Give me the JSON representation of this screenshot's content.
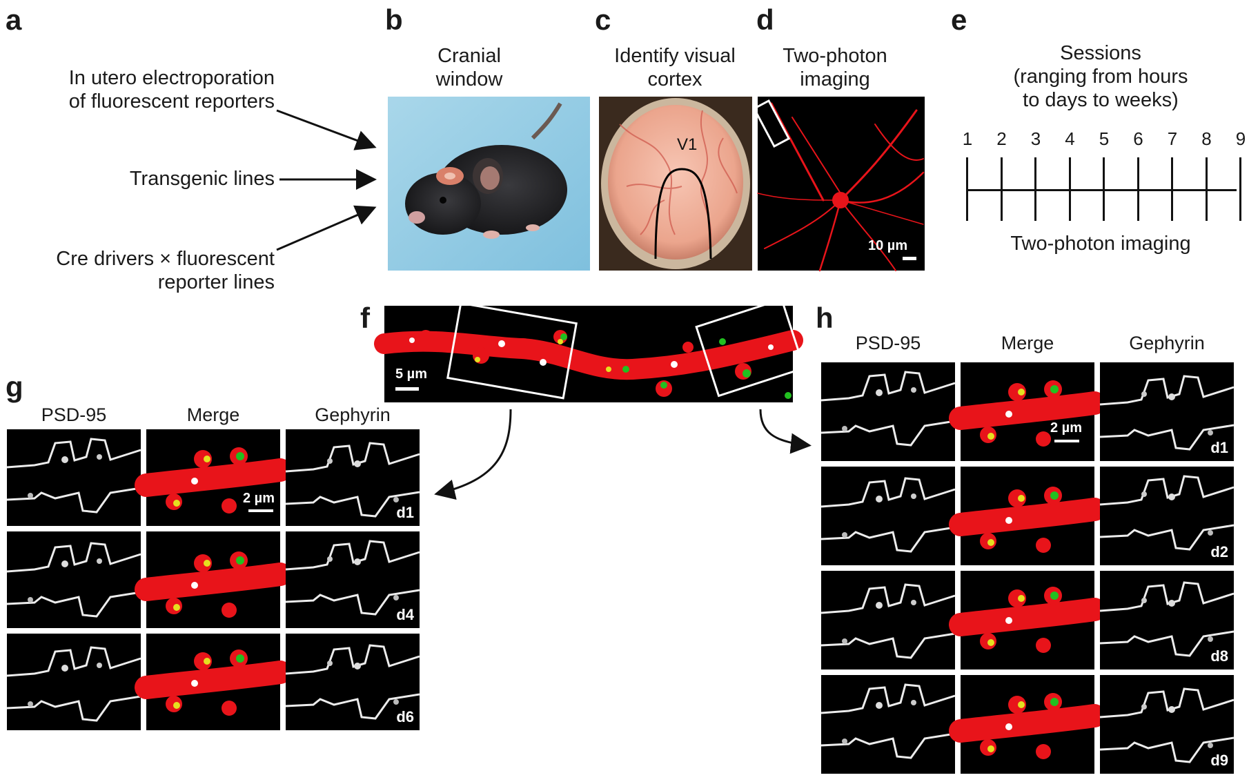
{
  "panels": {
    "a": {
      "label": "a",
      "items": [
        {
          "text_lines": [
            "In utero electroporation",
            "of fluorescent reporters"
          ]
        },
        {
          "text_lines": [
            "Transgenic lines"
          ]
        },
        {
          "text_lines": [
            "Cre drivers × fluorescent",
            "reporter lines"
          ]
        }
      ]
    },
    "b": {
      "label": "b",
      "caption_lines": [
        "Cranial",
        "window"
      ]
    },
    "c": {
      "label": "c",
      "caption_lines": [
        "Identify visual",
        "cortex"
      ],
      "region_label": "V1"
    },
    "d": {
      "label": "d",
      "caption_lines": [
        "Two-photon",
        "imaging"
      ],
      "scale_bar": "10 µm"
    },
    "e": {
      "label": "e",
      "title_lines": [
        "Sessions",
        "(ranging from hours",
        "to days to weeks)"
      ],
      "session_numbers": [
        "1",
        "2",
        "3",
        "4",
        "5",
        "6",
        "7",
        "8",
        "9"
      ],
      "axis_label": "Two-photon imaging"
    },
    "f": {
      "label": "f",
      "scale_bar": "5 µm"
    },
    "g": {
      "label": "g",
      "columns": [
        "PSD-95",
        "Merge",
        "Gephyrin"
      ],
      "days": [
        "d1",
        "d4",
        "d6"
      ],
      "scale_bar": "2 µm"
    },
    "h": {
      "label": "h",
      "columns": [
        "PSD-95",
        "Merge",
        "Gephyrin"
      ],
      "days": [
        "d1",
        "d2",
        "d8",
        "d9"
      ],
      "scale_bar": "2 µm"
    }
  },
  "colors": {
    "dendrite": "#e8141a",
    "psd95_puncta": "#ffffff",
    "gephyrin_puncta": "#22c020",
    "background": "#000000"
  }
}
